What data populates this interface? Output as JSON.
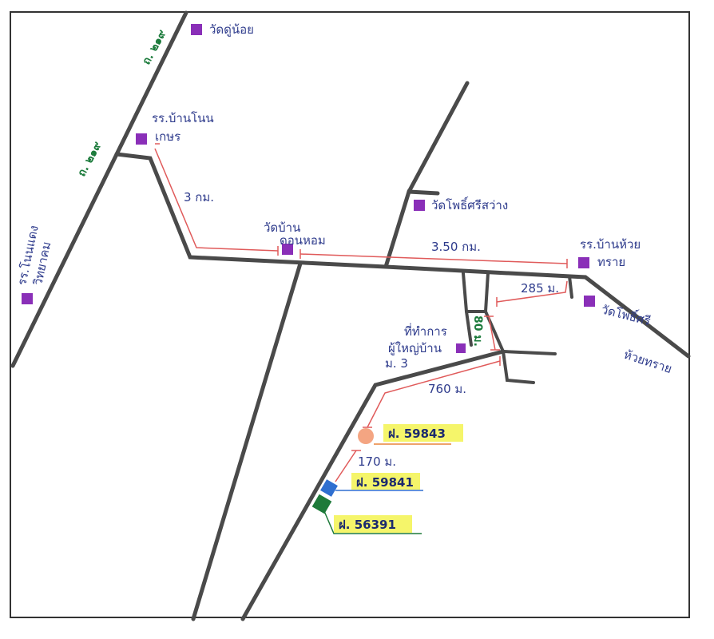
{
  "colors": {
    "road": "#4a4a4a",
    "distance_line": "#e05a5a",
    "landmark": "#8a2fb8",
    "label": "#2e3b8c",
    "highway": "#1a7a3a",
    "highlight": "#f5f56a",
    "plot1_marker": "#f4a582",
    "plot2_marker": "#2f6fd0",
    "plot3_marker": "#1e7a3a"
  },
  "highways": [
    {
      "label": "ถ. ๒๑๙"
    },
    {
      "label": "ถ. ๒๑๙"
    }
  ],
  "landmarks": {
    "wat_du_noi": "วัดดู่น้อย",
    "school_ban_non_kesorn_1": "รร.บ้านโนน",
    "school_ban_non_kesorn_2": "เกษร",
    "school_non_daeng_1": "รร.โนนแดง",
    "school_non_daeng_2": "วิทยาคม",
    "wat_ban_don_1": "วัดบ้าน",
    "wat_ban_don_2": "ดอนหอม",
    "wat_pho_si_sawang": "วัดโพธิ์ศรีสว่าง",
    "school_huai_sai_1": "รร.บ้านห้วย",
    "school_huai_sai_2": "ทราย",
    "wat_pho_si_1": "วัดโพธิ์ศรี",
    "wat_pho_si_2": "ห้วยทราย",
    "village_office_1": "ที่ทำการ",
    "village_office_2": "ผู้ใหญ่บ้าน",
    "village_office_3": "ม. 3"
  },
  "distances": {
    "d_3km": "3 กม.",
    "d_3_5km": "3.50 กม.",
    "d_285m": "285 ม.",
    "d_80m": "80 ม.",
    "d_760m": "760 ม.",
    "d_170m": "170 ม."
  },
  "plots": [
    {
      "label": "ฝ. 59843"
    },
    {
      "label": "ฝ. 59841"
    },
    {
      "label": "ฝ. 56391"
    }
  ]
}
